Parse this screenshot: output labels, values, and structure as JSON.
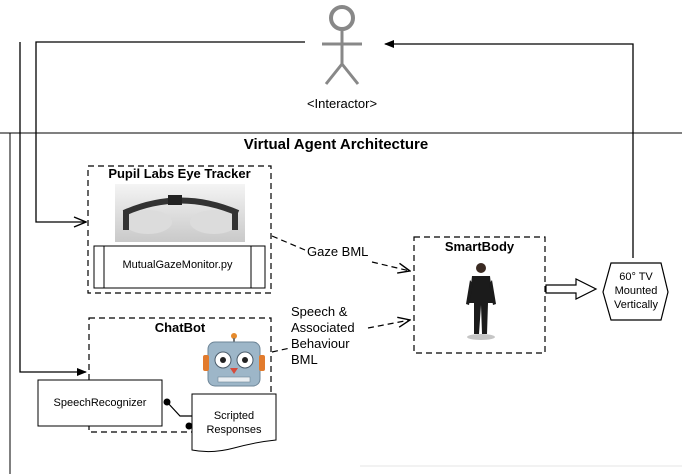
{
  "actor": {
    "label": "<Interactor>"
  },
  "architecture": {
    "title": "Virtual Agent Architecture"
  },
  "eye_tracker": {
    "title": "Pupil Labs Eye Tracker",
    "module": "MutualGazeMonitor.py"
  },
  "chatbot": {
    "title": "ChatBot"
  },
  "speech_recognizer": {
    "label": "SpeechRecognizer"
  },
  "scripted_responses": {
    "line1": "Scripted",
    "line2": "Responses"
  },
  "smartbody": {
    "title": "SmartBody"
  },
  "edges": {
    "gaze": "Gaze BML",
    "speech": [
      "Speech &",
      "Associated",
      "Behaviour",
      "BML"
    ]
  },
  "display": {
    "line1": "60° TV",
    "line2": "Mounted",
    "line3": "Vertically"
  }
}
